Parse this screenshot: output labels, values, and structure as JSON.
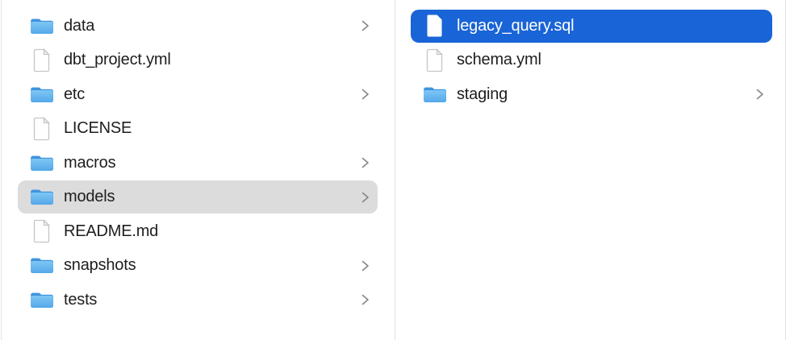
{
  "window": {
    "type": "finder-column-browser"
  },
  "colors": {
    "background": "#ffffff",
    "selection_active": "#1964d7",
    "selection_inactive": "#dcdcdc",
    "text": "#1e1e1e",
    "text_on_selection": "#ffffff",
    "chevron": "#868686",
    "divider": "#e2e2e2"
  },
  "icons": {
    "folder": "folder-icon",
    "file": "file-icon",
    "chevron": "chevron-right-icon"
  },
  "columns": [
    {
      "name": "parent-column",
      "items": [
        {
          "label": "data",
          "type": "folder",
          "chevron": true,
          "selected": "none"
        },
        {
          "label": "dbt_project.yml",
          "type": "file",
          "chevron": false,
          "selected": "none"
        },
        {
          "label": "etc",
          "type": "folder",
          "chevron": true,
          "selected": "none"
        },
        {
          "label": "LICENSE",
          "type": "file",
          "chevron": false,
          "selected": "none"
        },
        {
          "label": "macros",
          "type": "folder",
          "chevron": true,
          "selected": "none"
        },
        {
          "label": "models",
          "type": "folder",
          "chevron": true,
          "selected": "inactive"
        },
        {
          "label": "README.md",
          "type": "file",
          "chevron": false,
          "selected": "none"
        },
        {
          "label": "snapshots",
          "type": "folder",
          "chevron": true,
          "selected": "none"
        },
        {
          "label": "tests",
          "type": "folder",
          "chevron": true,
          "selected": "none"
        }
      ]
    },
    {
      "name": "child-column",
      "items": [
        {
          "label": "legacy_query.sql",
          "type": "file",
          "chevron": false,
          "selected": "active"
        },
        {
          "label": "schema.yml",
          "type": "file",
          "chevron": false,
          "selected": "none"
        },
        {
          "label": "staging",
          "type": "folder",
          "chevron": true,
          "selected": "none"
        }
      ]
    }
  ]
}
